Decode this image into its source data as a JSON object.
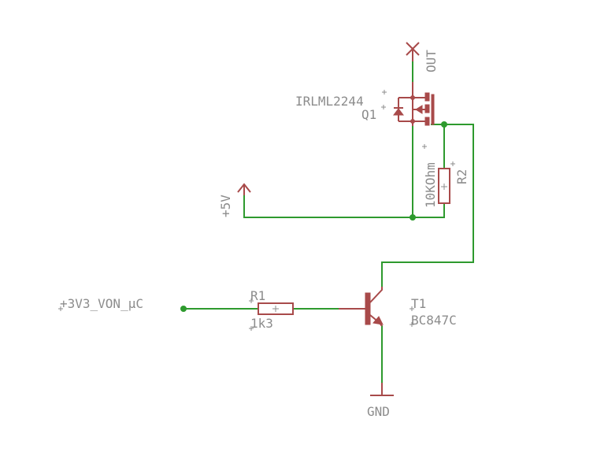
{
  "labels": {
    "out": "OUT",
    "mosfet_value": "IRLML2244",
    "mosfet_name": "Q1",
    "r2_value": "10KOhm",
    "r2_name": "R2",
    "supply_5v": "+5V",
    "input_net": "+3V3_VON_µC",
    "r1_name": "R1",
    "r1_value": "1k3",
    "transistor_name": "T1",
    "transistor_value": "BC847C",
    "ground": "GND"
  },
  "colors": {
    "wire": "#2e9a2e",
    "component": "#a84a4a",
    "text": "#8c8c8c"
  }
}
